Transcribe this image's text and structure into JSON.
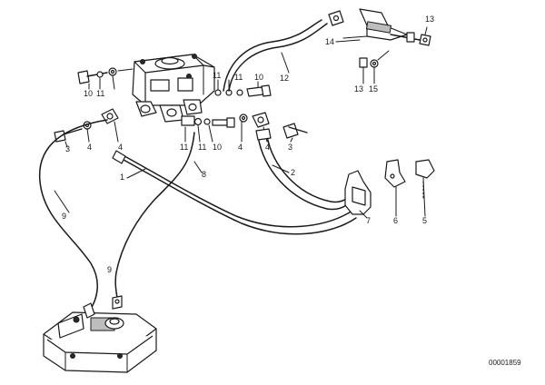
{
  "reference": "00001859",
  "labels": {
    "l1": "1",
    "l2": "2",
    "l3a": "3",
    "l3b": "3",
    "l4a": "4",
    "l4b": "4",
    "l4c": "4",
    "l4d": "4",
    "l5": "5",
    "l6": "6",
    "l7": "7",
    "l8": "8",
    "l9": "9",
    "l9b": "9",
    "l10a": "10",
    "l10b": "10",
    "l10c": "10",
    "l11a": "11",
    "l11b": "11",
    "l11c": "11",
    "l11d": "11",
    "l11e": "11",
    "l12": "12",
    "l13a": "13",
    "l13b": "13",
    "l14": "14",
    "l15": "15"
  }
}
